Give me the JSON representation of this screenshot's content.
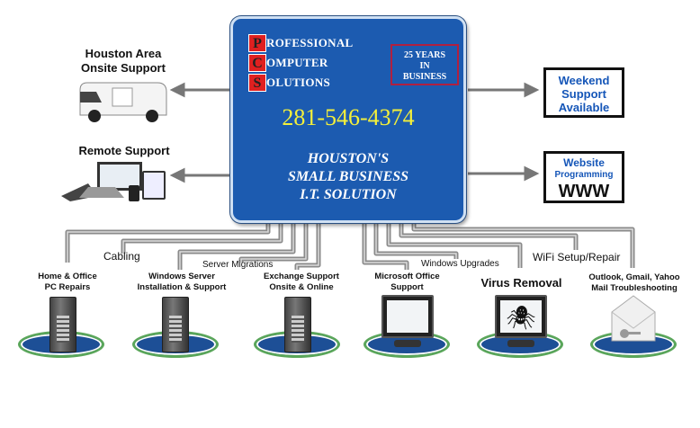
{
  "company": {
    "letters": [
      "P",
      "C",
      "S"
    ],
    "words": [
      "ROFESSIONAL",
      "OMPUTER",
      "OLUTIONS"
    ],
    "years_badge": [
      "25 YEARS",
      "IN",
      "BUSINESS"
    ],
    "phone": "281-546-4374",
    "slogan": [
      "HOUSTON'S",
      "SMALL BUSINESS",
      "I.T. SOLUTION"
    ]
  },
  "left": {
    "onsite": [
      "Houston Area",
      "Onsite Support"
    ],
    "remote": "Remote Support"
  },
  "right": {
    "weekend": [
      "Weekend",
      "Support",
      "Available"
    ],
    "website": [
      "Website",
      "Programming",
      "WWW"
    ]
  },
  "services": {
    "cabling": "Cabling",
    "server_migrations": "Server Migrations",
    "windows_upgrades": "Windows Upgrades",
    "wifi": "WiFi Setup/Repair",
    "pc_repairs": [
      "Home & Office",
      "PC Repairs"
    ],
    "windows_server": [
      "Windows Server",
      "Installation & Support"
    ],
    "exchange": [
      "Exchange Support",
      "Onsite & Online"
    ],
    "office": [
      "Microsoft Office",
      "Support"
    ],
    "virus": "Virus Removal",
    "mail": [
      "Outlook, Gmail, Yahoo",
      "Mail Troubleshooting"
    ]
  },
  "colors": {
    "box": "#1c5bb0",
    "phone": "#f4f03a",
    "pcs_red": "#e02020",
    "link_blue": "#1556b8"
  }
}
